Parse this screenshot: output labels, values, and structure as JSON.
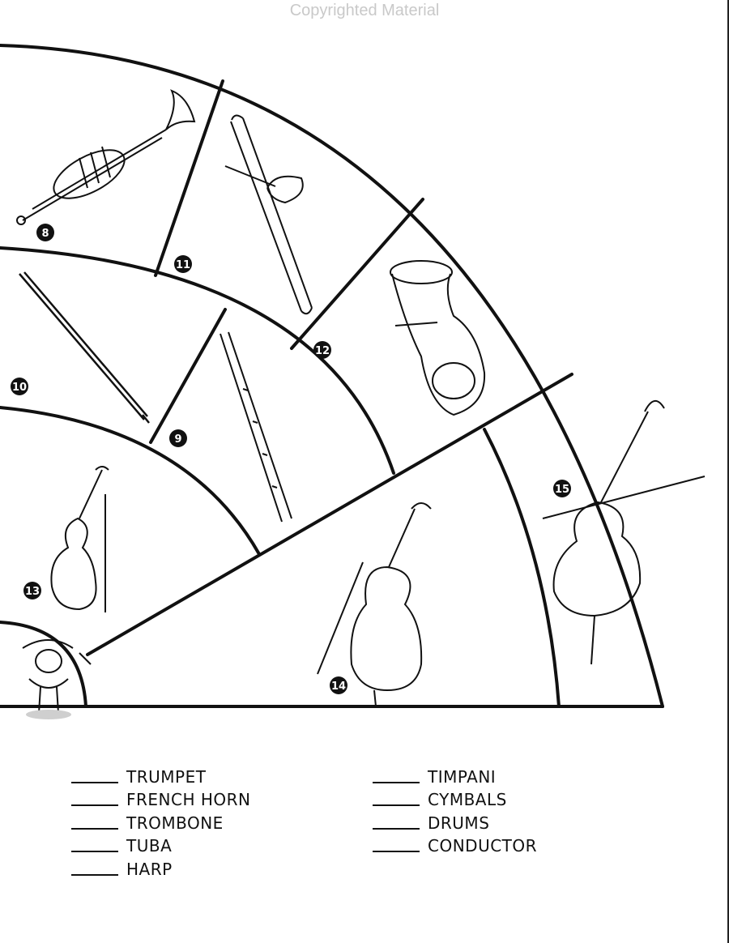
{
  "watermark": "Copyrighted Material",
  "badges": {
    "trumpet": "8",
    "trombone": "11",
    "oboe": "10",
    "bassoon": "9",
    "tuba": "12",
    "violin": "13",
    "cello": "14",
    "bass": "15"
  },
  "word_list": {
    "left": [
      "TRUMPET",
      "FRENCH HORN",
      "TROMBONE",
      "TUBA",
      "HARP"
    ],
    "right": [
      "TIMPANI",
      "CYMBALS",
      "DRUMS",
      "CONDUCTOR"
    ]
  }
}
